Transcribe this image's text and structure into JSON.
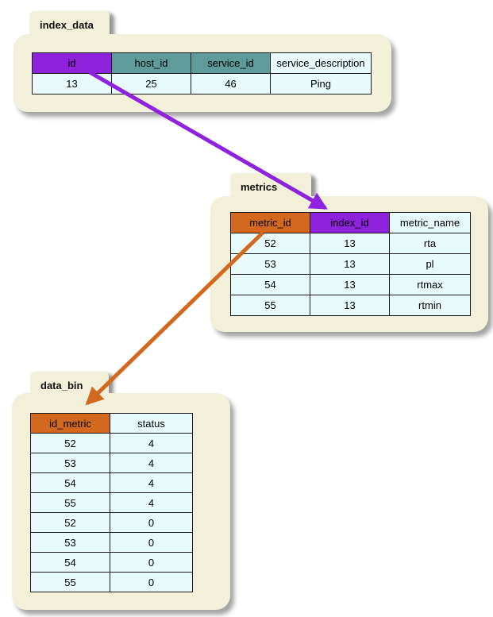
{
  "colors": {
    "cream": "#f2f0d9",
    "purple": "#8e22dd",
    "teal": "#5f9b9b",
    "orange": "#d2691e",
    "cell": "#e8fafc",
    "border": "#1b1b1b"
  },
  "tables": {
    "index_data": {
      "title": "index_data",
      "headers": [
        "id",
        "host_id",
        "service_id",
        "service_description"
      ],
      "rows": [
        [
          "13",
          "25",
          "46",
          "Ping"
        ]
      ]
    },
    "metrics": {
      "title": "metrics",
      "headers": [
        "metric_id",
        "index_id",
        "metric_name"
      ],
      "rows": [
        [
          "52",
          "13",
          "rta"
        ],
        [
          "53",
          "13",
          "pl"
        ],
        [
          "54",
          "13",
          "rtmax"
        ],
        [
          "55",
          "13",
          "rtmin"
        ]
      ]
    },
    "data_bin": {
      "title": "data_bin",
      "headers": [
        "id_metric",
        "status"
      ],
      "rows": [
        [
          "52",
          "4"
        ],
        [
          "53",
          "4"
        ],
        [
          "54",
          "4"
        ],
        [
          "55",
          "4"
        ],
        [
          "52",
          "0"
        ],
        [
          "53",
          "0"
        ],
        [
          "54",
          "0"
        ],
        [
          "55",
          "0"
        ]
      ]
    }
  },
  "relations": [
    {
      "from": "index_data.id",
      "to": "metrics.index_id",
      "color_key": "purple"
    },
    {
      "from": "metrics.metric_id",
      "to": "data_bin.id_metric",
      "color_key": "orange"
    }
  ]
}
